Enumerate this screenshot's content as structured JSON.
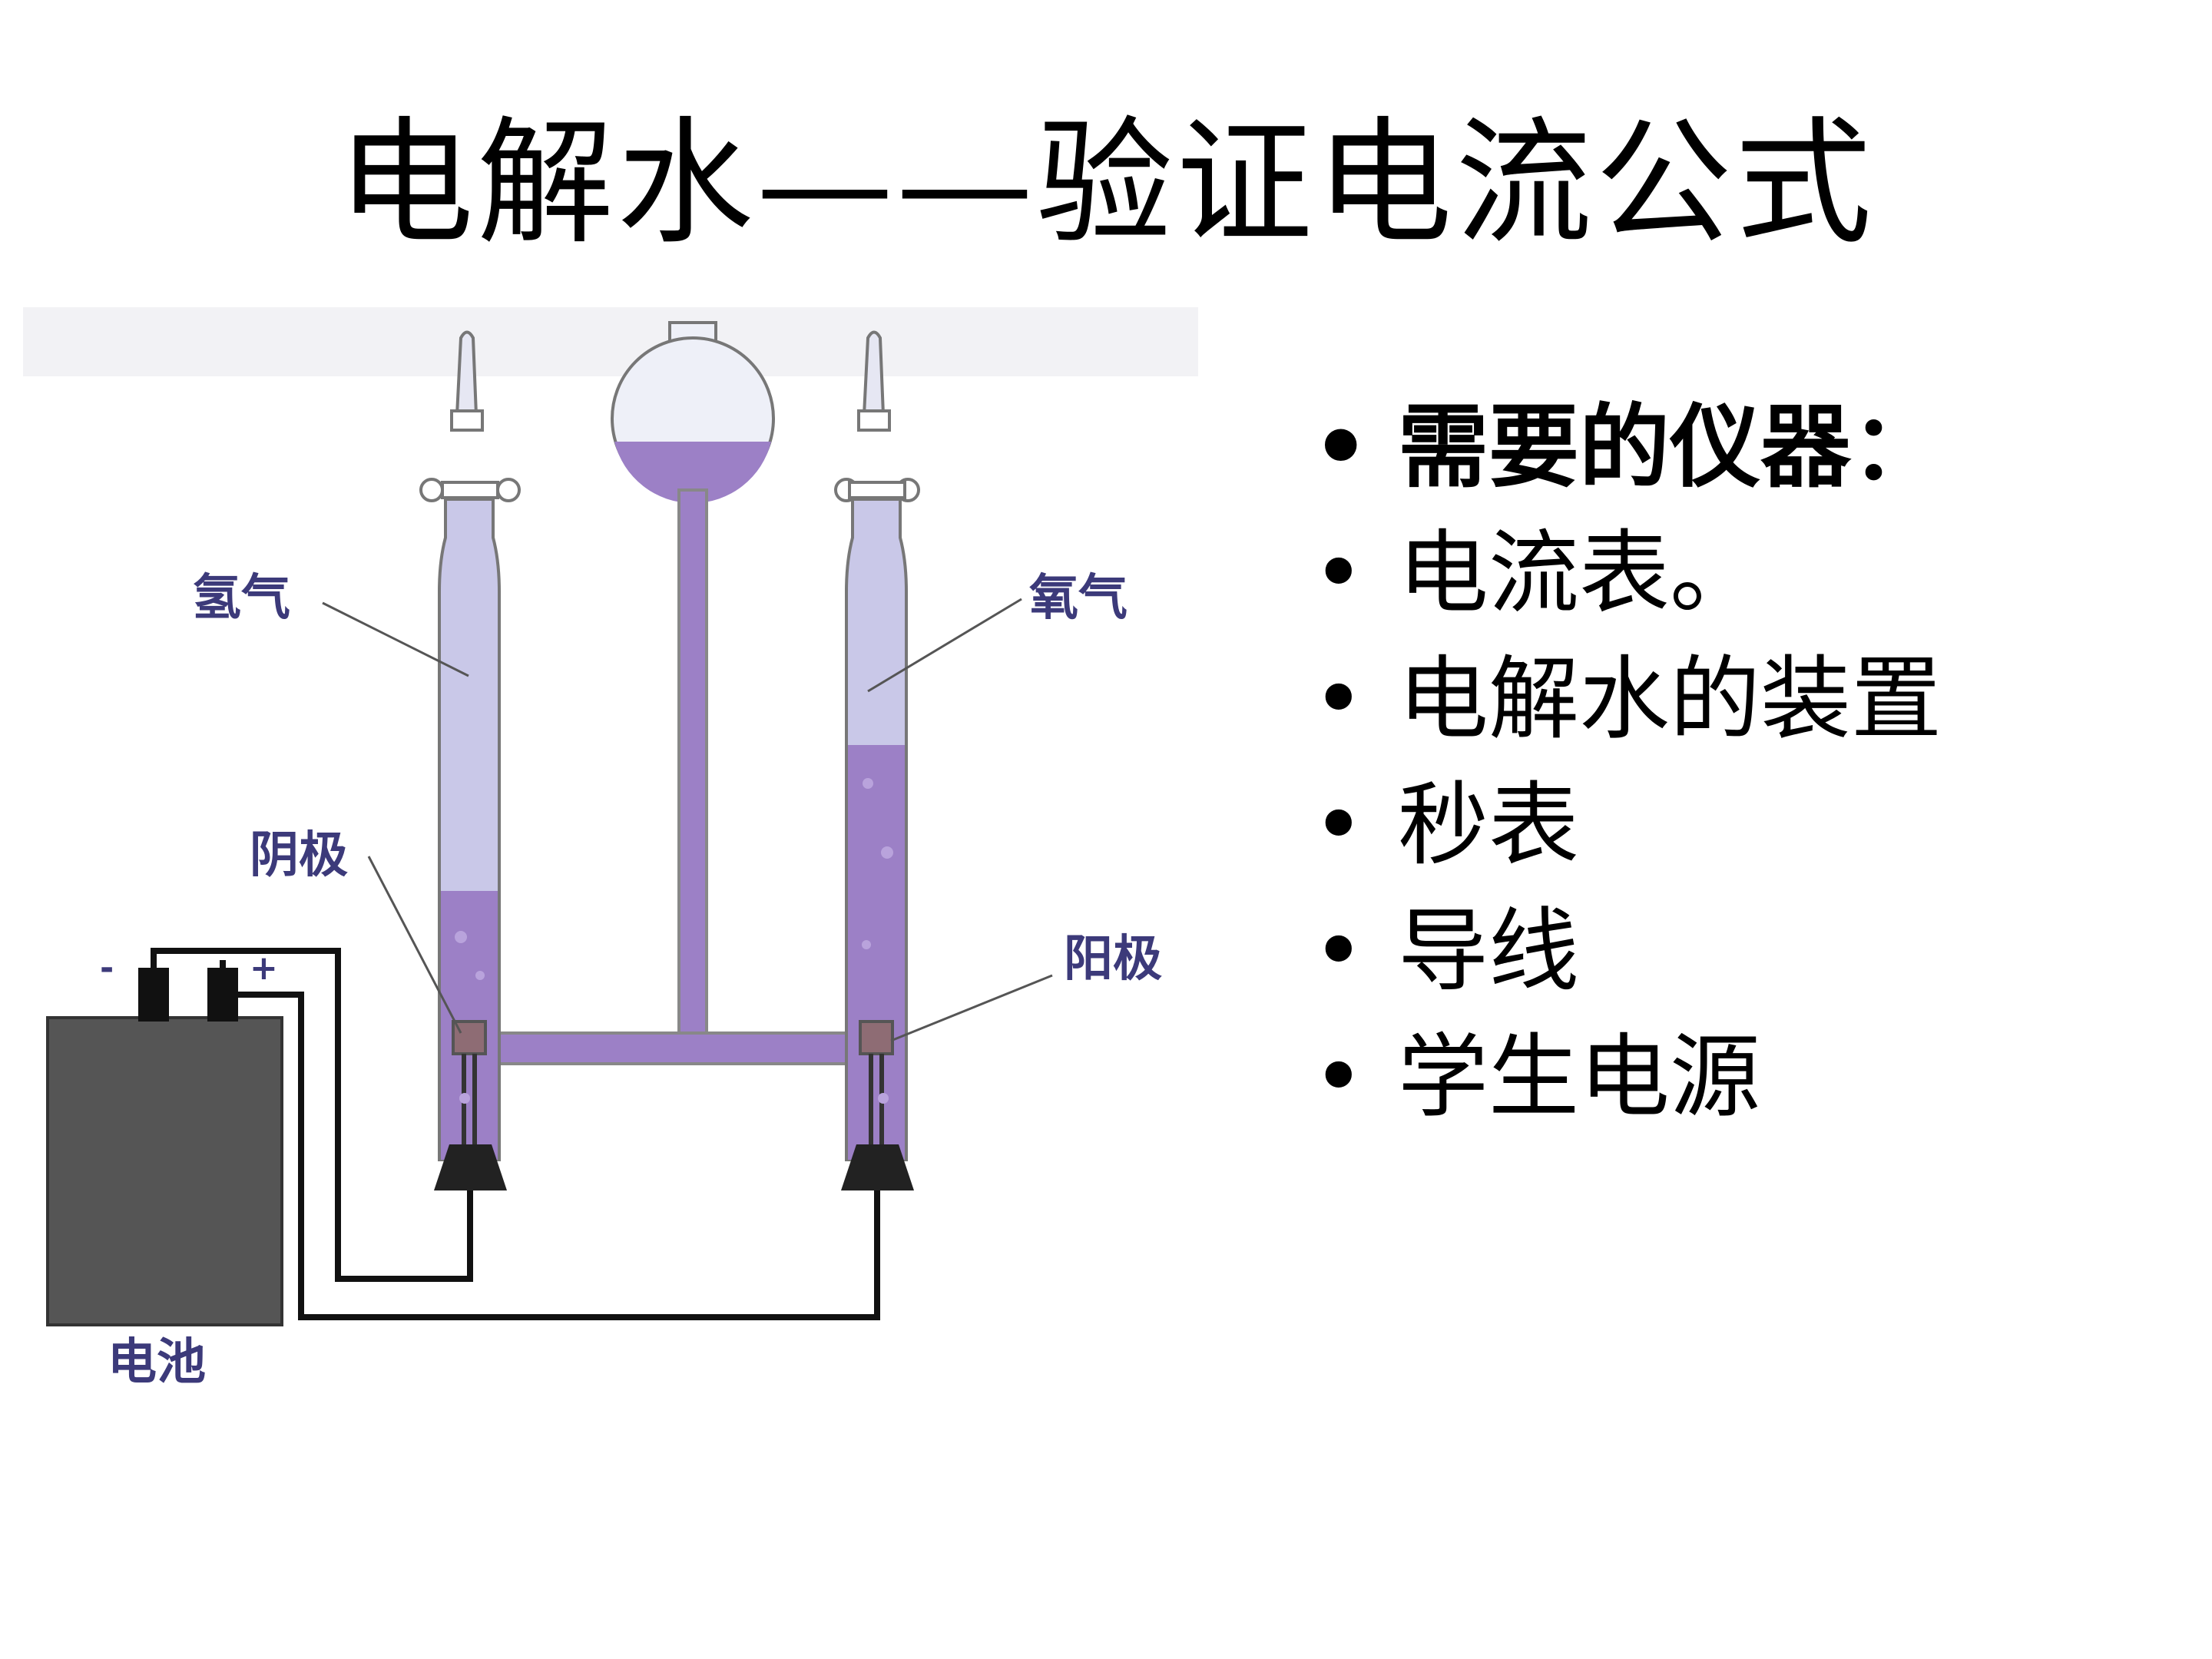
{
  "slide": {
    "title": "电解水——验证电流公式",
    "bullet_symbol": "•",
    "bullets": [
      {
        "text": "需要的仪器：",
        "bold": true
      },
      {
        "text": "电流表。",
        "bold": false
      },
      {
        "text": "电解水的装置",
        "bold": false
      },
      {
        "text": "秒表",
        "bold": false
      },
      {
        "text": "导线",
        "bold": false
      },
      {
        "text": "学生电源",
        "bold": false
      }
    ]
  },
  "figure": {
    "labels": {
      "hydrogen": "氢气",
      "oxygen": "氧气",
      "cathode": "阴极",
      "anode": "阳极",
      "battery": "电池",
      "minus": "-",
      "plus": "+"
    },
    "colors": {
      "gas": "#c9c8e8",
      "liquid": "#9c80c6",
      "battery": "#555555",
      "electrode": "#8e6c74",
      "label": "#3c3a7a"
    }
  }
}
